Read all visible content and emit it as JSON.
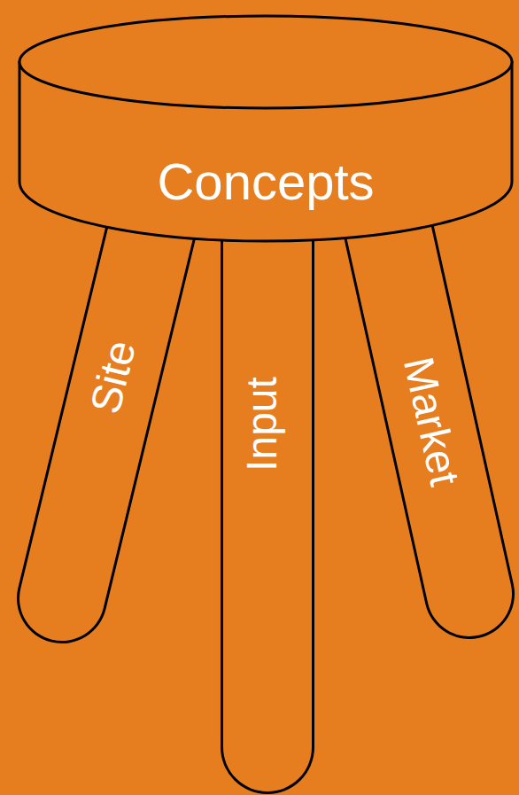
{
  "diagram": {
    "nodes": [
      {
        "text": [
          "Concepts"
        ]
      },
      {
        "text": [
          "Site"
        ]
      },
      {
        "text": [
          "Input"
        ]
      },
      {
        "text": [
          "Market"
        ]
      }
    ]
  }
}
